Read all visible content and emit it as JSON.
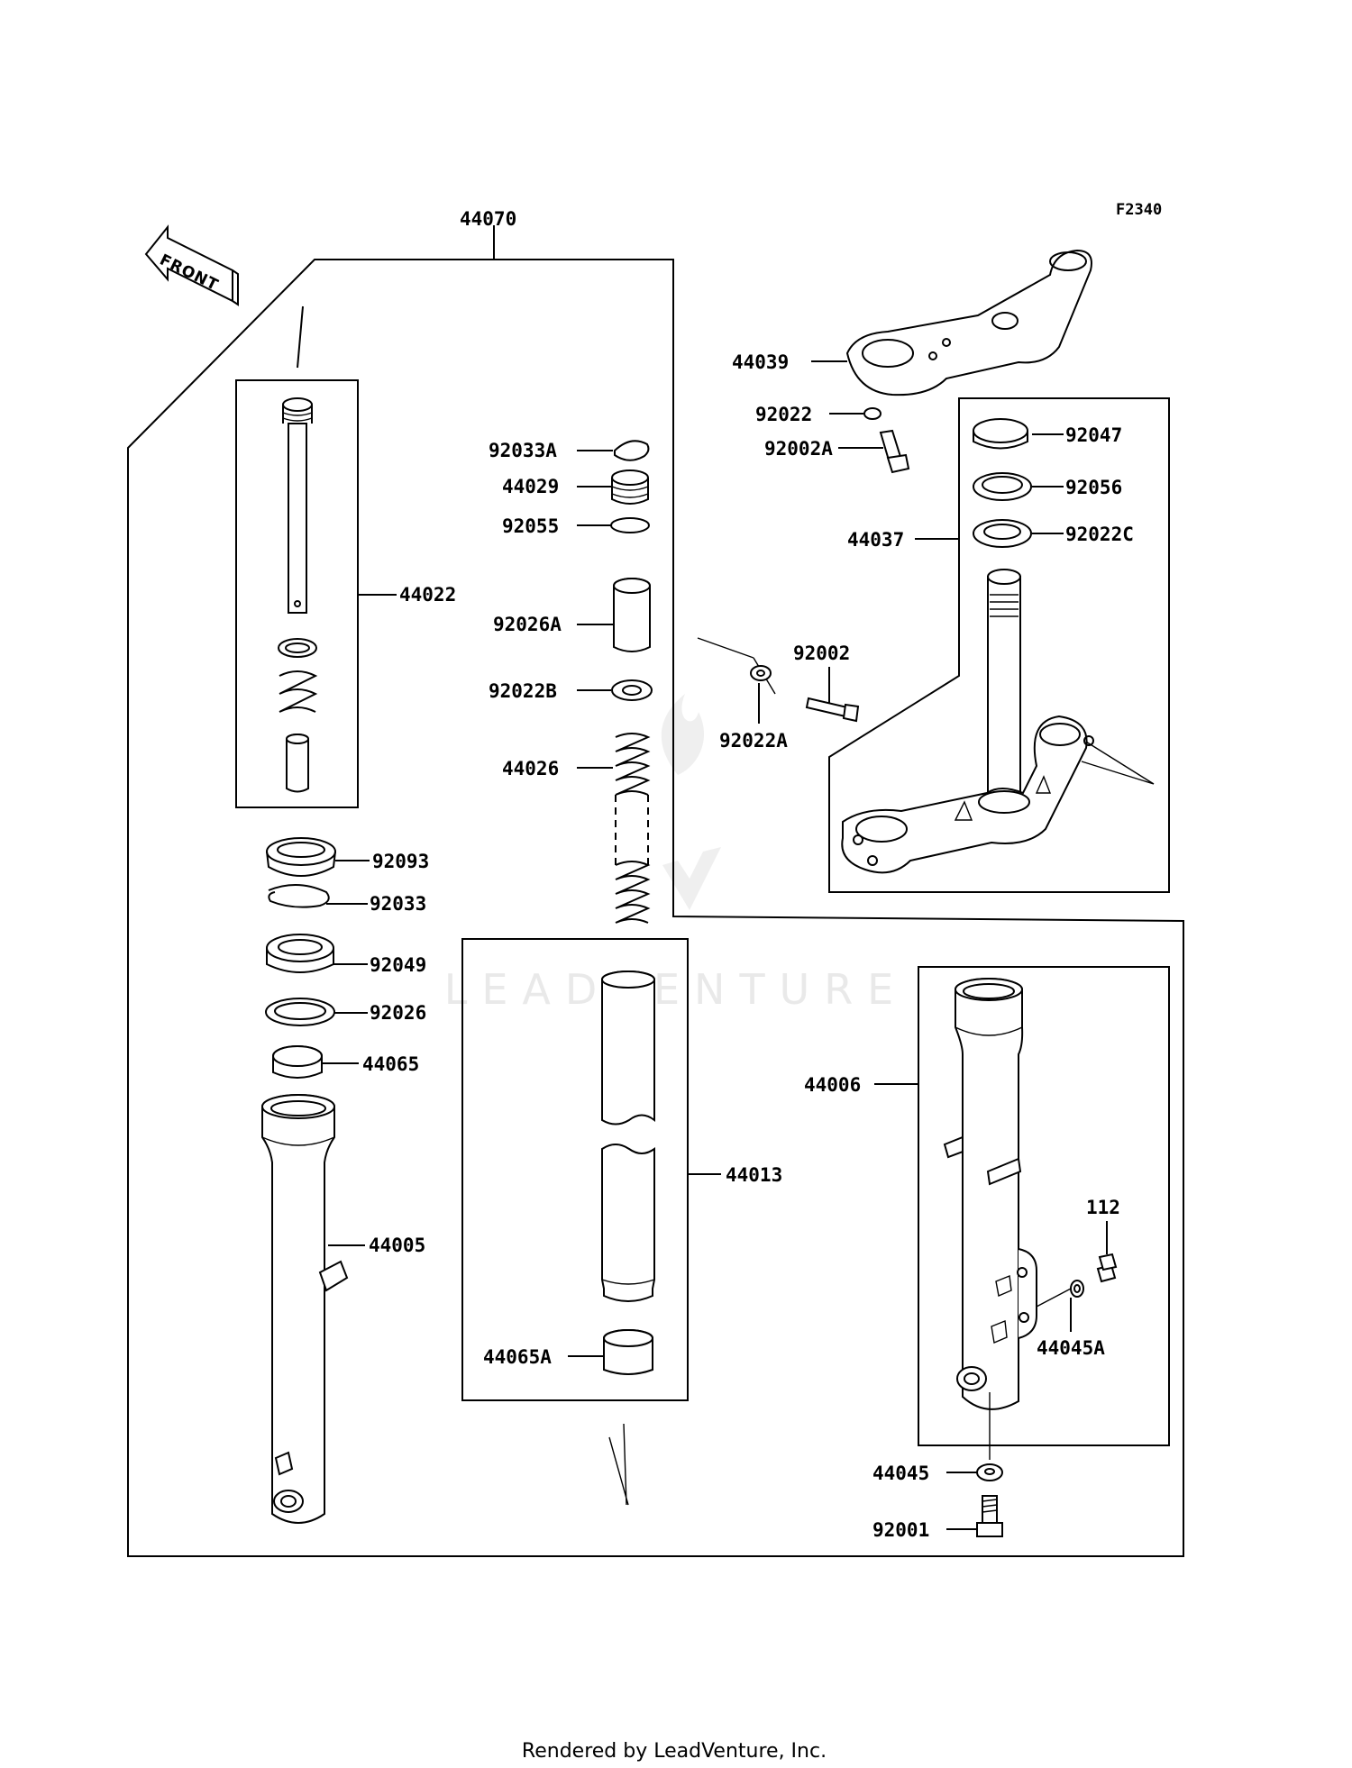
{
  "diagram": {
    "figure_code": "F2340",
    "front_label": "FRONT",
    "watermark": "LEADVENTURE",
    "footer": "Rendered by LeadVenture, Inc.",
    "parts": [
      {
        "id": "44070",
        "label": "44070"
      },
      {
        "id": "44039",
        "label": "44039"
      },
      {
        "id": "92022",
        "label": "92022"
      },
      {
        "id": "92002A",
        "label": "92002A"
      },
      {
        "id": "92047",
        "label": "92047"
      },
      {
        "id": "92056",
        "label": "92056"
      },
      {
        "id": "44037",
        "label": "44037"
      },
      {
        "id": "92022C",
        "label": "92022C"
      },
      {
        "id": "92002",
        "label": "92002"
      },
      {
        "id": "92022A",
        "label": "92022A"
      },
      {
        "id": "92033A",
        "label": "92033A"
      },
      {
        "id": "44029",
        "label": "44029"
      },
      {
        "id": "92055",
        "label": "92055"
      },
      {
        "id": "92026A",
        "label": "92026A"
      },
      {
        "id": "92022B",
        "label": "92022B"
      },
      {
        "id": "44026",
        "label": "44026"
      },
      {
        "id": "44022",
        "label": "44022"
      },
      {
        "id": "92093",
        "label": "92093"
      },
      {
        "id": "92033",
        "label": "92033"
      },
      {
        "id": "92049",
        "label": "92049"
      },
      {
        "id": "92026",
        "label": "92026"
      },
      {
        "id": "44065",
        "label": "44065"
      },
      {
        "id": "44005",
        "label": "44005"
      },
      {
        "id": "44013",
        "label": "44013"
      },
      {
        "id": "44065A",
        "label": "44065A"
      },
      {
        "id": "44006",
        "label": "44006"
      },
      {
        "id": "112",
        "label": "112"
      },
      {
        "id": "44045A",
        "label": "44045A"
      },
      {
        "id": "44045",
        "label": "44045"
      },
      {
        "id": "92001",
        "label": "92001"
      }
    ]
  }
}
